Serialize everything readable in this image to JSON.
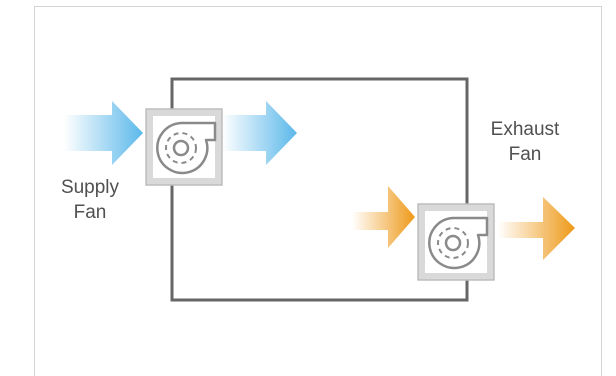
{
  "labels": {
    "supply_line1": "Supply",
    "supply_line2": "Fan",
    "exhaust_line1": "Exhaust",
    "exhaust_line2": "Fan"
  },
  "colors": {
    "supply_arrow": "#5bb8ea",
    "exhaust_arrow": "#ee9918",
    "room_outline": "#666666",
    "fan_box_fill": "#d9d9d9",
    "fan_box_stroke": "#bdbdbd"
  },
  "icons": [
    "fan-icon",
    "arrow-right-icon"
  ]
}
